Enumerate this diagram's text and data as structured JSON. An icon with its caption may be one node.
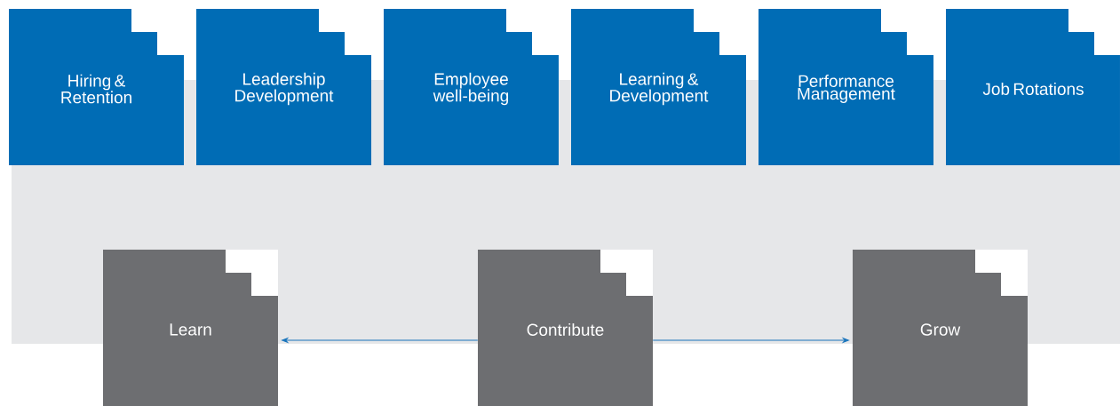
{
  "diagram": {
    "nodes": [
      {
        "text": [
          "Hiring & Retention"
        ]
      },
      {
        "text": [
          "Leadership Development"
        ]
      },
      {
        "text": [
          "Employee well-being"
        ]
      },
      {
        "text": [
          "Learning & Development"
        ]
      },
      {
        "text": [
          "Performance Management"
        ]
      },
      {
        "text": [
          "Job Rotations"
        ]
      },
      {
        "text": [
          "Learn"
        ]
      },
      {
        "text": [
          "Contribute"
        ]
      },
      {
        "text": [
          "Grow"
        ]
      }
    ],
    "edges": [
      {
        "from": 7,
        "to": 6,
        "arrow": "to"
      },
      {
        "from": 7,
        "to": 8,
        "arrow": "to"
      }
    ]
  }
}
